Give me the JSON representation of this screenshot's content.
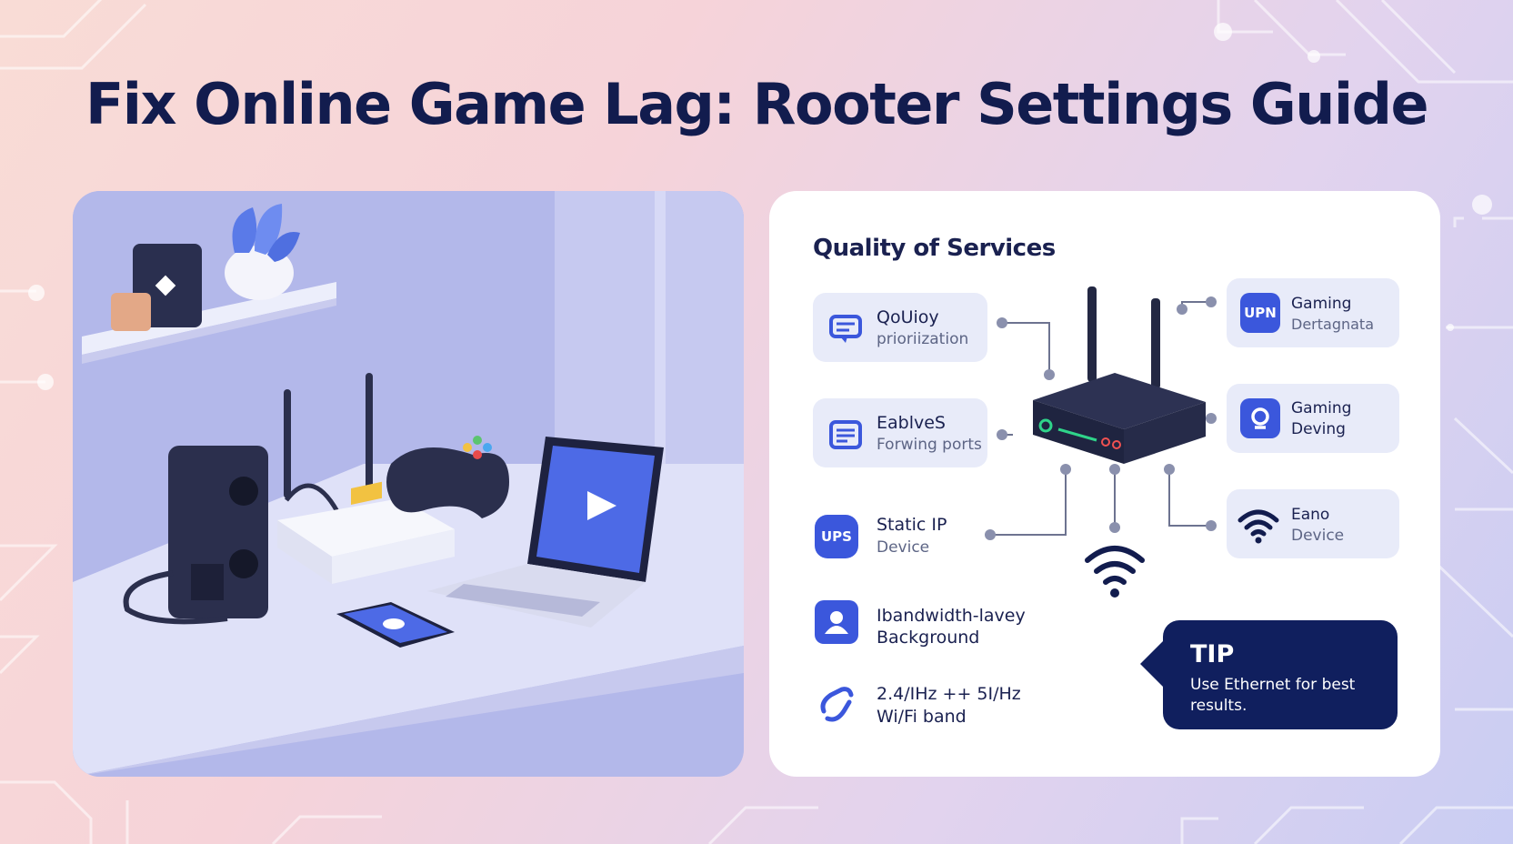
{
  "title": "Fix Online Game Lag: Rooter Settings Guide",
  "panel": {
    "heading": "Quality of Services",
    "left_items": [
      {
        "title": "QoUioy",
        "subtitle": "prioriization",
        "icon": "message-icon"
      },
      {
        "title": "EablveS",
        "subtitle": "Forwing ports",
        "icon": "list-icon"
      },
      {
        "title": "Static IP",
        "subtitle": "Device",
        "icon": "UPS"
      },
      {
        "title": "Ibandwidth-lavey",
        "subtitle": "Background",
        "icon": "user-icon"
      },
      {
        "title": "2.4/IHz ++ 5I/Hz",
        "subtitle": "Wi/Fi band",
        "icon": "link-icon"
      }
    ],
    "right_items": [
      {
        "title": "Gaming",
        "subtitle": "Dertagnata",
        "icon": "UPN"
      },
      {
        "title": "Gaming",
        "subtitle": "Deving",
        "icon": "pin-icon"
      },
      {
        "title": "Eano",
        "subtitle": "Device",
        "icon": "wifi-icon"
      }
    ],
    "tip": {
      "heading": "TIP",
      "body": "Use Ethernet for best results."
    }
  },
  "colors": {
    "title": "#121c4e",
    "accent": "#3b57dc",
    "tip_bg": "#101f5e",
    "card_bg": "#e8ebf9"
  }
}
